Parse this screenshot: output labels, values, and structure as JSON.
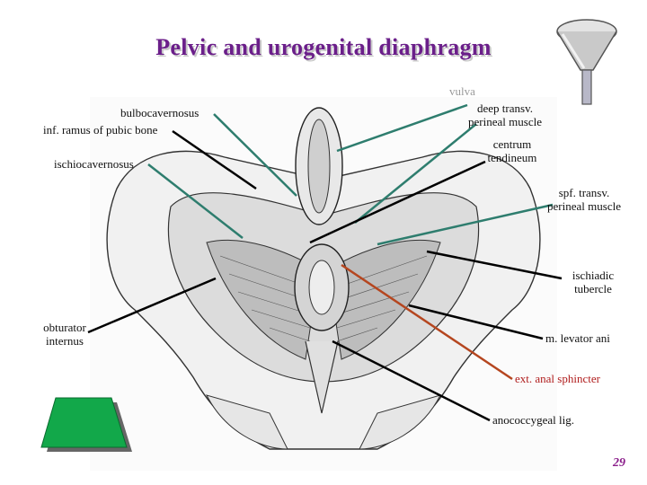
{
  "title": "Pelvic and urogenital diaphragm",
  "labels": {
    "vulva": "vulva",
    "bulbocavernosus": "bulbocavernosus",
    "inf_ramus": "inf. ramus of pubic bone",
    "ischiocavernosus": "ischiocavernosus",
    "deep_transv_1": "deep transv.",
    "deep_transv_2": "perineal muscle",
    "centrum_1": "centrum",
    "centrum_2": "tendineum",
    "spf_1": "spf. transv.",
    "spf_2": "perineal muscle",
    "ischiadic_1": "ischiadic",
    "ischiadic_2": "tubercle",
    "obturator_1": "obturator",
    "obturator_2": "internus",
    "levator": "m. levator ani",
    "anal_sphincter": "ext. anal sphincter",
    "anococcygeal": "anococcygeal lig."
  },
  "page_number": "29",
  "colors": {
    "title": "#6b1f8a",
    "teal_line": "#2e7d6e",
    "black_line": "#000000",
    "red_line": "#b5461f",
    "green_shape": "#12a84a"
  },
  "icons": [
    "funnel-icon",
    "trapezoid-shape"
  ]
}
